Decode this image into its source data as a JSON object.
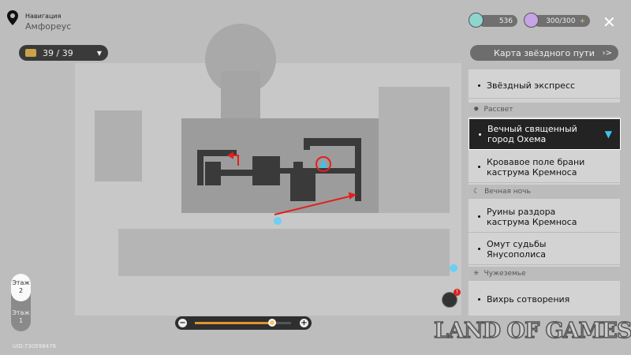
{
  "header": {
    "subtitle": "Навигация",
    "location": "Амфореус"
  },
  "chest_counter": {
    "value": "39 / 39"
  },
  "resources": {
    "currency": "536",
    "power": "300/300",
    "add": "+"
  },
  "close_label": "✕",
  "star_map_button": {
    "label": "Карта звёздного пути",
    "arrow": "›>"
  },
  "panel": {
    "items": [
      {
        "label": "Звёздный экспресс"
      },
      {
        "section": "Рассвет",
        "icon": "sun-icon"
      },
      {
        "label": "Вечный священный город Охема",
        "selected": true
      },
      {
        "label": "Кровавое поле брани каструма Кремноса"
      },
      {
        "section": "Вечная ночь",
        "icon": "moon-icon"
      },
      {
        "label": "Руины раздора каструма Кремноса"
      },
      {
        "label": "Омут судьбы Янусополиса"
      },
      {
        "section": "Чужеземье",
        "icon": "star-burst-icon"
      },
      {
        "label": "Вихрь сотворения"
      }
    ]
  },
  "floors": [
    {
      "label": "Этаж\n2",
      "name": "Этаж",
      "num": "2"
    },
    {
      "name": "Этаж",
      "num": "1"
    }
  ],
  "uid": "UID:730598476",
  "zoom": {
    "level": 0.8,
    "minus": "−",
    "plus": "+"
  },
  "watermark": "LAND OF GAMES",
  "colors": {
    "accent": "#e0952f",
    "selected": "#232323",
    "marker": "#3ac5ef",
    "route": "#e02020"
  }
}
